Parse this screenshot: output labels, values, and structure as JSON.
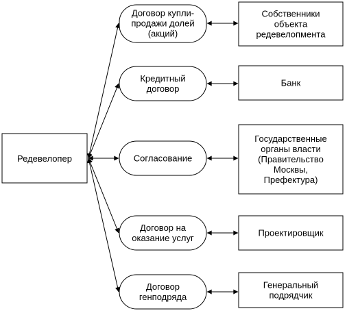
{
  "source": {
    "label": "Редевелопер"
  },
  "relations": [
    {
      "contract_lines": [
        "Договор купли-",
        "продажи долей",
        "(акций)"
      ],
      "party_lines": [
        "Собственники",
        "объекта",
        "редевелопмента"
      ]
    },
    {
      "contract_lines": [
        "Кредитный",
        "договор"
      ],
      "party_lines": [
        "Банк"
      ]
    },
    {
      "contract_lines": [
        "Согласование"
      ],
      "party_lines": [
        "Государственные",
        "органы власти",
        "(Правительство",
        "Москвы,",
        "Префектура)"
      ]
    },
    {
      "contract_lines": [
        "Договор на",
        "оказание услуг"
      ],
      "party_lines": [
        "Проектировщик"
      ]
    },
    {
      "contract_lines": [
        "Договор",
        "генподряда"
      ],
      "party_lines": [
        "Генеральный",
        "подрядчик"
      ]
    }
  ]
}
